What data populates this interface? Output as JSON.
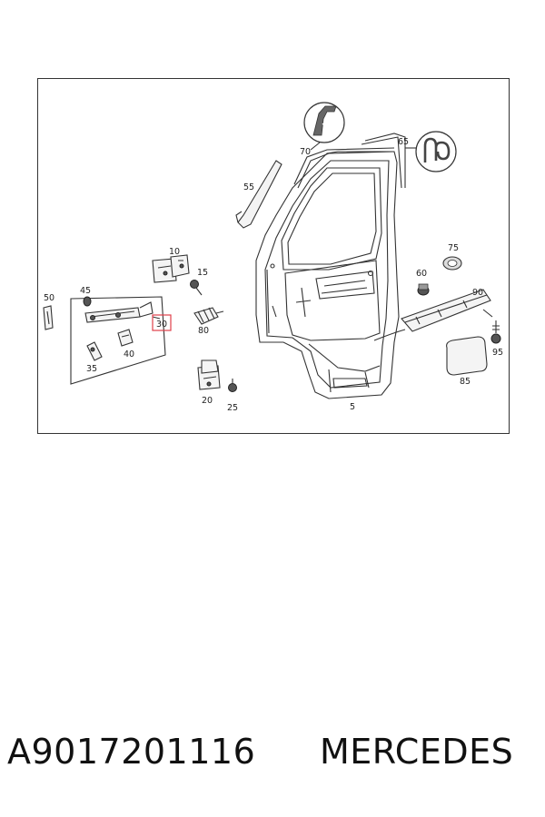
{
  "diagram": {
    "part_labels": {
      "p5": "5",
      "p10": "10",
      "p15": "15",
      "p20": "20",
      "p25": "25",
      "p30": "30",
      "p35": "35",
      "p40": "40",
      "p45": "45",
      "p50": "50",
      "p55": "55",
      "p60": "60",
      "p65": "65",
      "p70": "70",
      "p75": "75",
      "p80": "80",
      "p85": "85",
      "p90": "90",
      "p95": "95"
    },
    "highlight_color": "#e0404a",
    "highlighted_part": "30"
  },
  "caption": {
    "part_number": "A9017201116",
    "brand": "MERCEDES"
  }
}
